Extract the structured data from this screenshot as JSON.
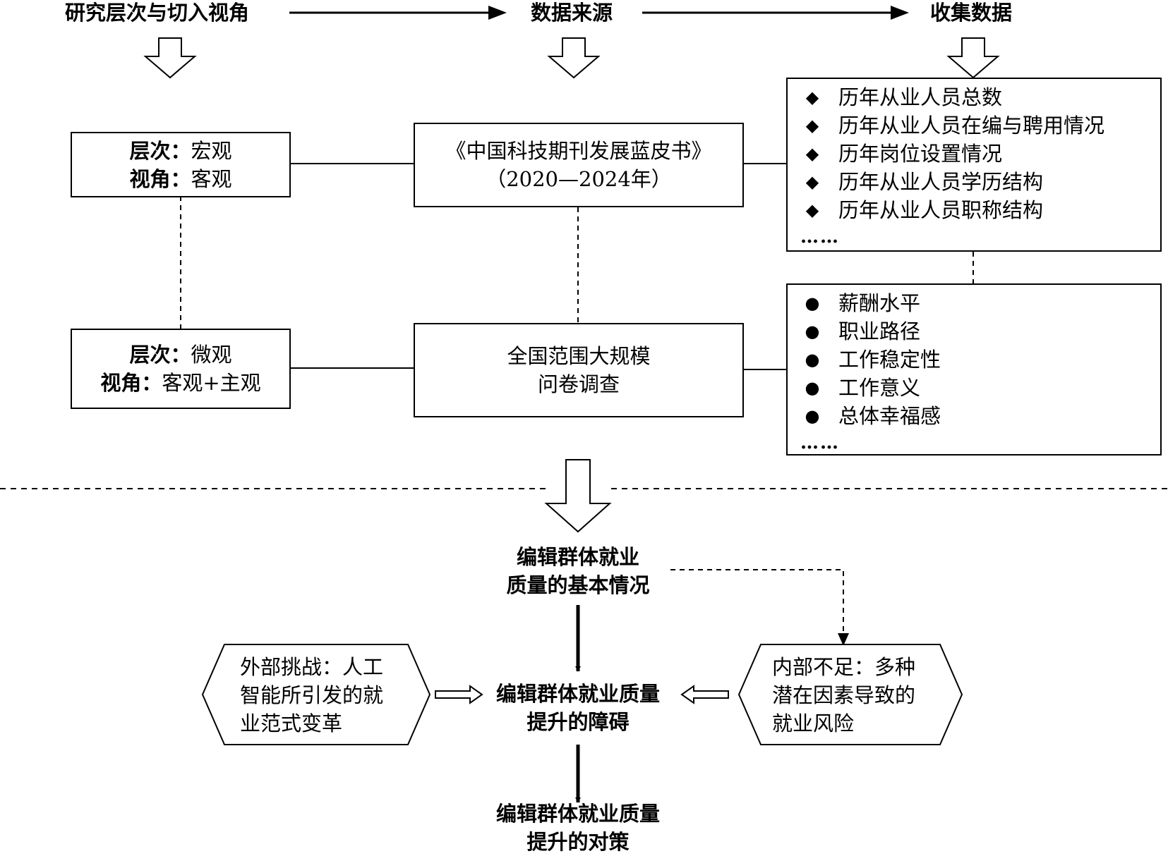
{
  "headers": {
    "level_perspective": "研究层次与切入视角",
    "data_source": "数据来源",
    "collect_data": "收集数据"
  },
  "level_boxes": [
    {
      "level_label": "层次：",
      "level_value": "宏观",
      "view_label": "视角：",
      "view_value": "客观"
    },
    {
      "level_label": "层次：",
      "level_value": "微观",
      "view_label": "视角：",
      "view_value": "客观+主观"
    }
  ],
  "sources": {
    "bluebook_line1": "《中国科技期刊发展蓝皮书》",
    "bluebook_line2": "（2020—2024年）",
    "survey_line1": "全国范围大规模",
    "survey_line2": "问卷调查"
  },
  "collect_objective": {
    "bullet": "◆",
    "items": [
      "历年从业人员总数",
      "历年从业人员在编与聘用情况",
      "历年岗位设置情况",
      "历年从业人员学历结构",
      "历年从业人员职称结构"
    ],
    "ellipsis": "……"
  },
  "collect_subjective": {
    "bullet": "●",
    "items": [
      "薪酬水平",
      "职业路径",
      "工作稳定性",
      "工作意义",
      "总体幸福感"
    ],
    "ellipsis": "……"
  },
  "flow": {
    "basic_line1": "编辑群体就业",
    "basic_line2": "质量的基本情况",
    "obstacle_line1": "编辑群体就业质量",
    "obstacle_line2": "提升的障碍",
    "strategy_line1": "编辑群体就业质量",
    "strategy_line2": "提升的对策"
  },
  "external": {
    "lines": [
      "外部挑战：人工",
      "智能所引发的就",
      "业范式变革"
    ]
  },
  "internal": {
    "lines": [
      "内部不足：多种",
      "潜在因素导致的",
      "就业风险"
    ]
  }
}
